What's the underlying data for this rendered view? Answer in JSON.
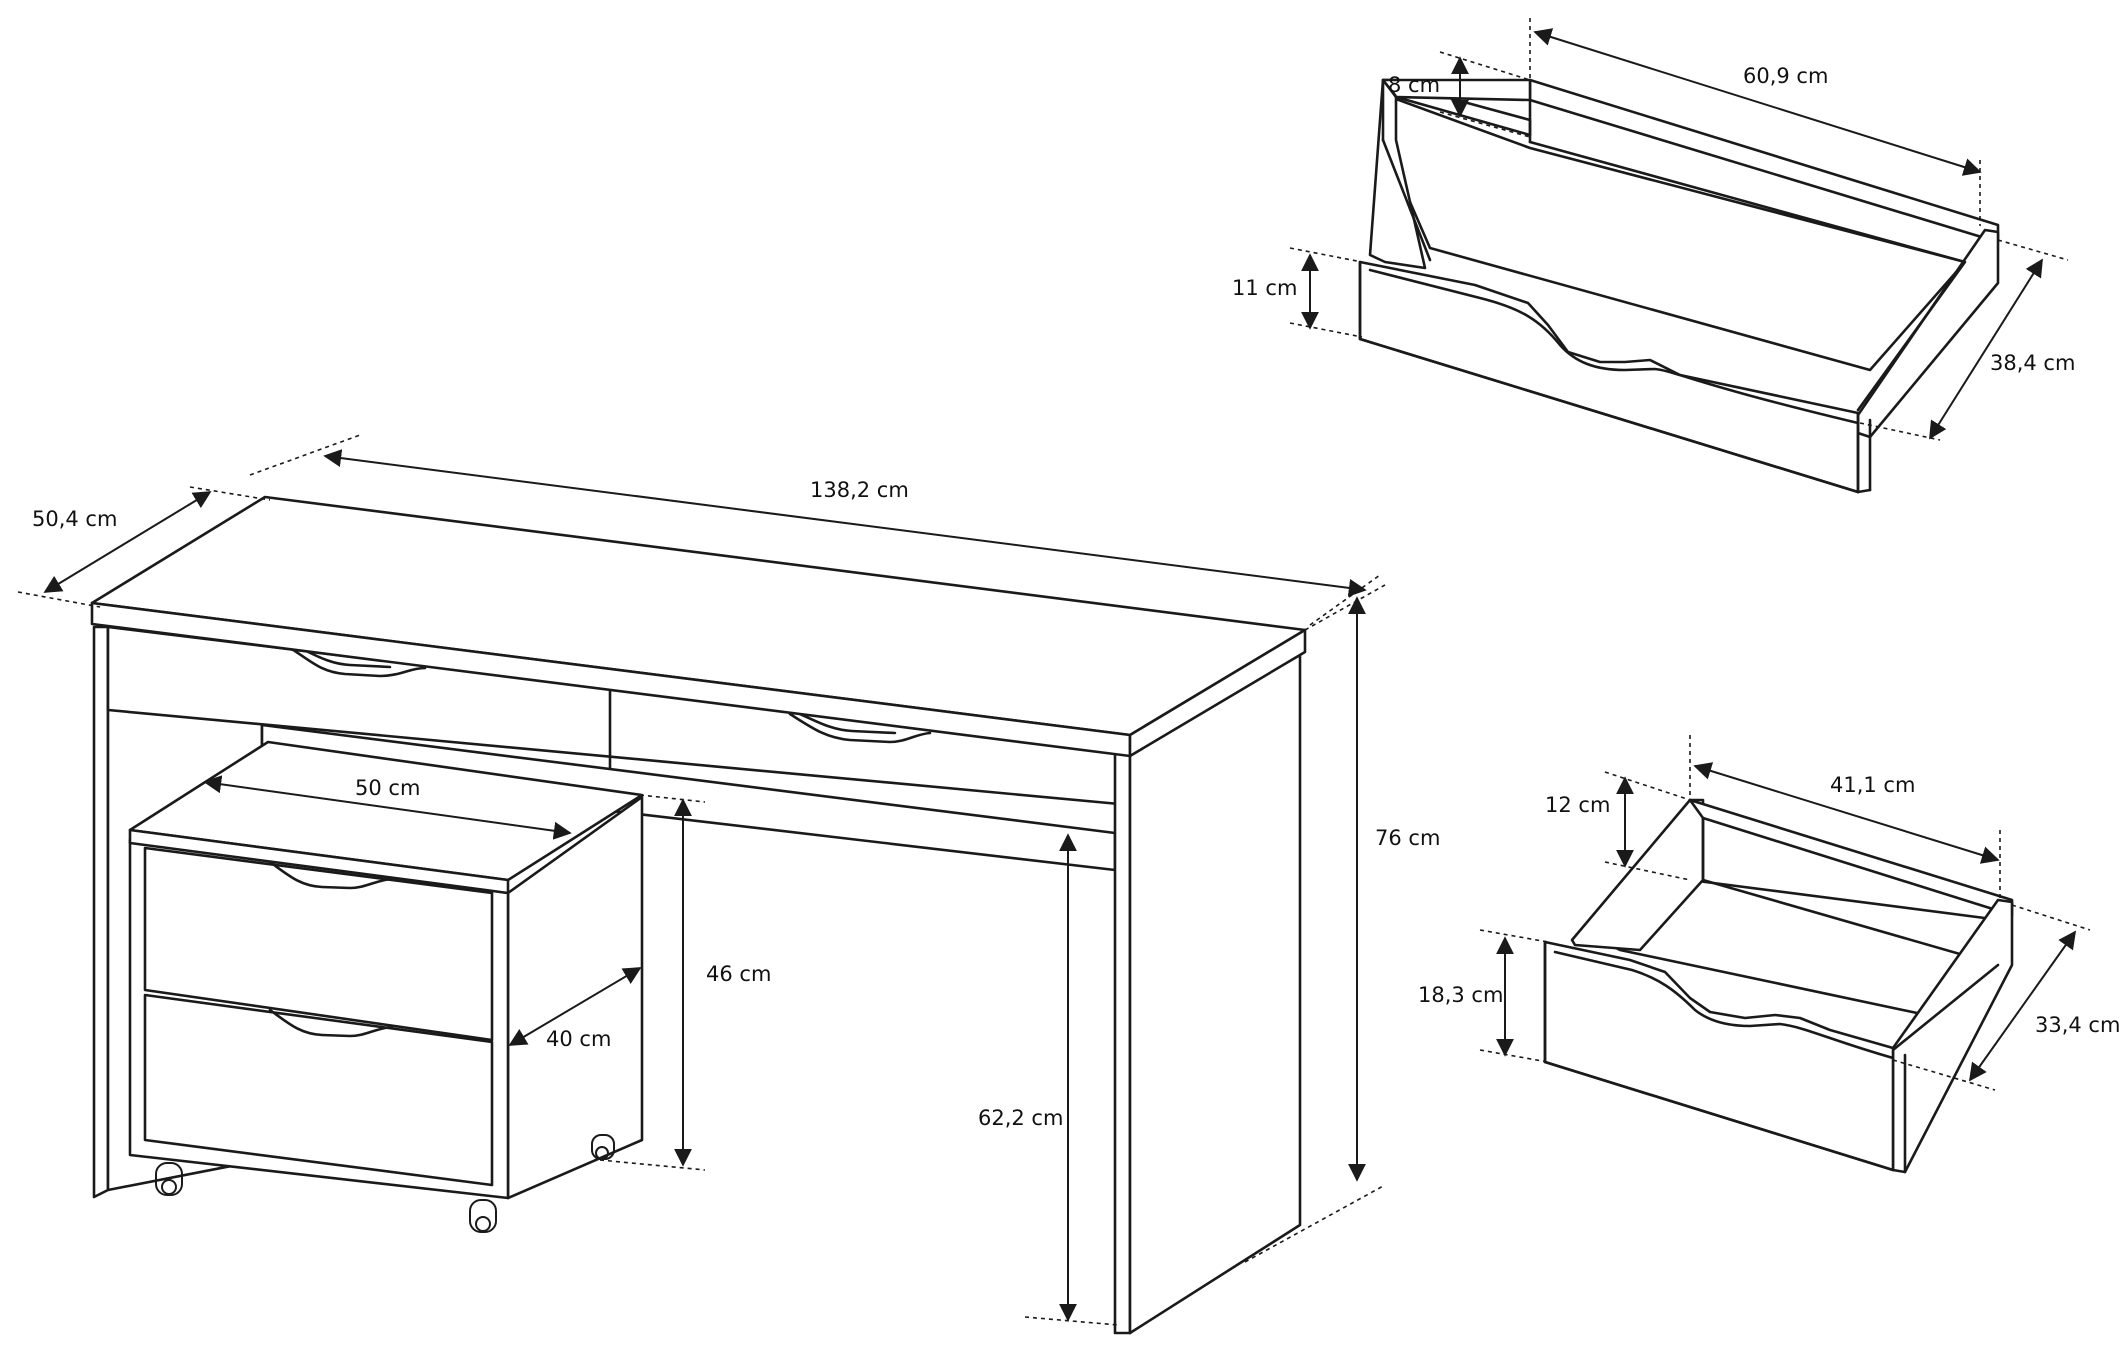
{
  "desk": {
    "depth_label": "50,4 cm",
    "width_label": "138,2 cm",
    "height_label": "76 cm",
    "clearance_label": "62,2 cm"
  },
  "pedestal": {
    "width_label": "50 cm",
    "depth_label": "40 cm",
    "height_label": "46 cm"
  },
  "desk_drawer": {
    "side_height_label": "8 cm",
    "front_height_label": "11 cm",
    "width_label": "60,9 cm",
    "depth_label": "38,4 cm"
  },
  "pedestal_drawer": {
    "side_height_label": "12 cm",
    "front_height_label": "18,3 cm",
    "width_label": "41,1 cm",
    "depth_label": "33,4 cm"
  },
  "colors": {
    "line": "#1a1a1a",
    "background": "#ffffff"
  }
}
